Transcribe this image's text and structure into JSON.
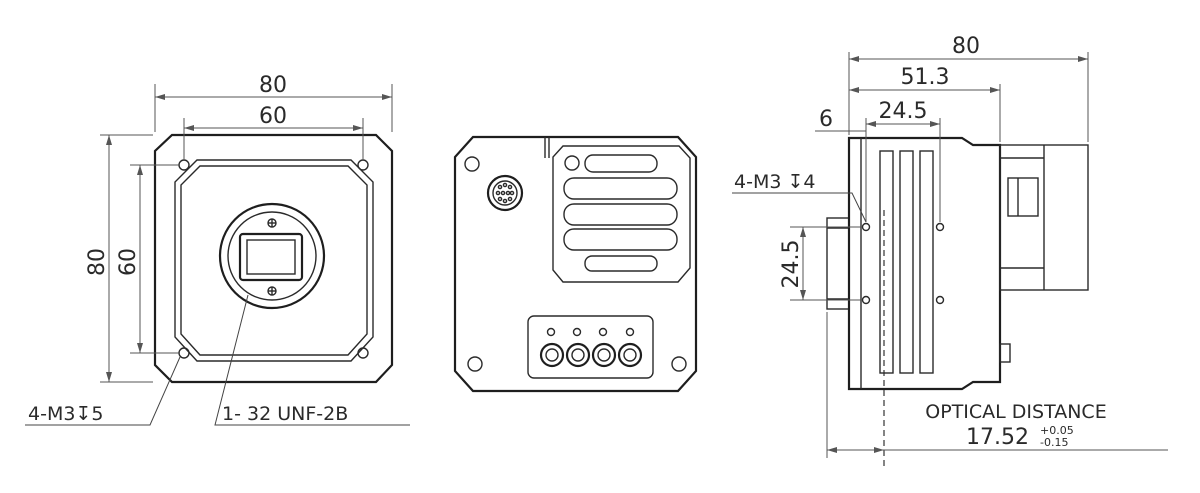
{
  "front_view": {
    "width_label": "80",
    "hole_spacing_label": "60",
    "height_label": "80",
    "vertical_spacing_label": "60",
    "mount_holes_label": "4-M3↧5",
    "thread_label": "1- 32 UNF-2B"
  },
  "side_view": {
    "overall_length_label": "80",
    "body_length_label": "51.3",
    "hole_offset_label": "24.5",
    "small_offset_label": "6",
    "mount_holes_label": "4-M3 ↧4",
    "vertical_spacing_label": "24.5",
    "optical_distance_title": "OPTICAL DISTANCE",
    "optical_distance_value": "17.52",
    "tolerance_plus": "+0.05",
    "tolerance_minus": "-0.15"
  },
  "icons": {
    "depth_symbol": "counterbore-depth-icon",
    "connector": "circular-connector-icon"
  },
  "colors": {
    "line": "#2a2a2a",
    "dimension": "#555555",
    "background": "#ffffff"
  }
}
